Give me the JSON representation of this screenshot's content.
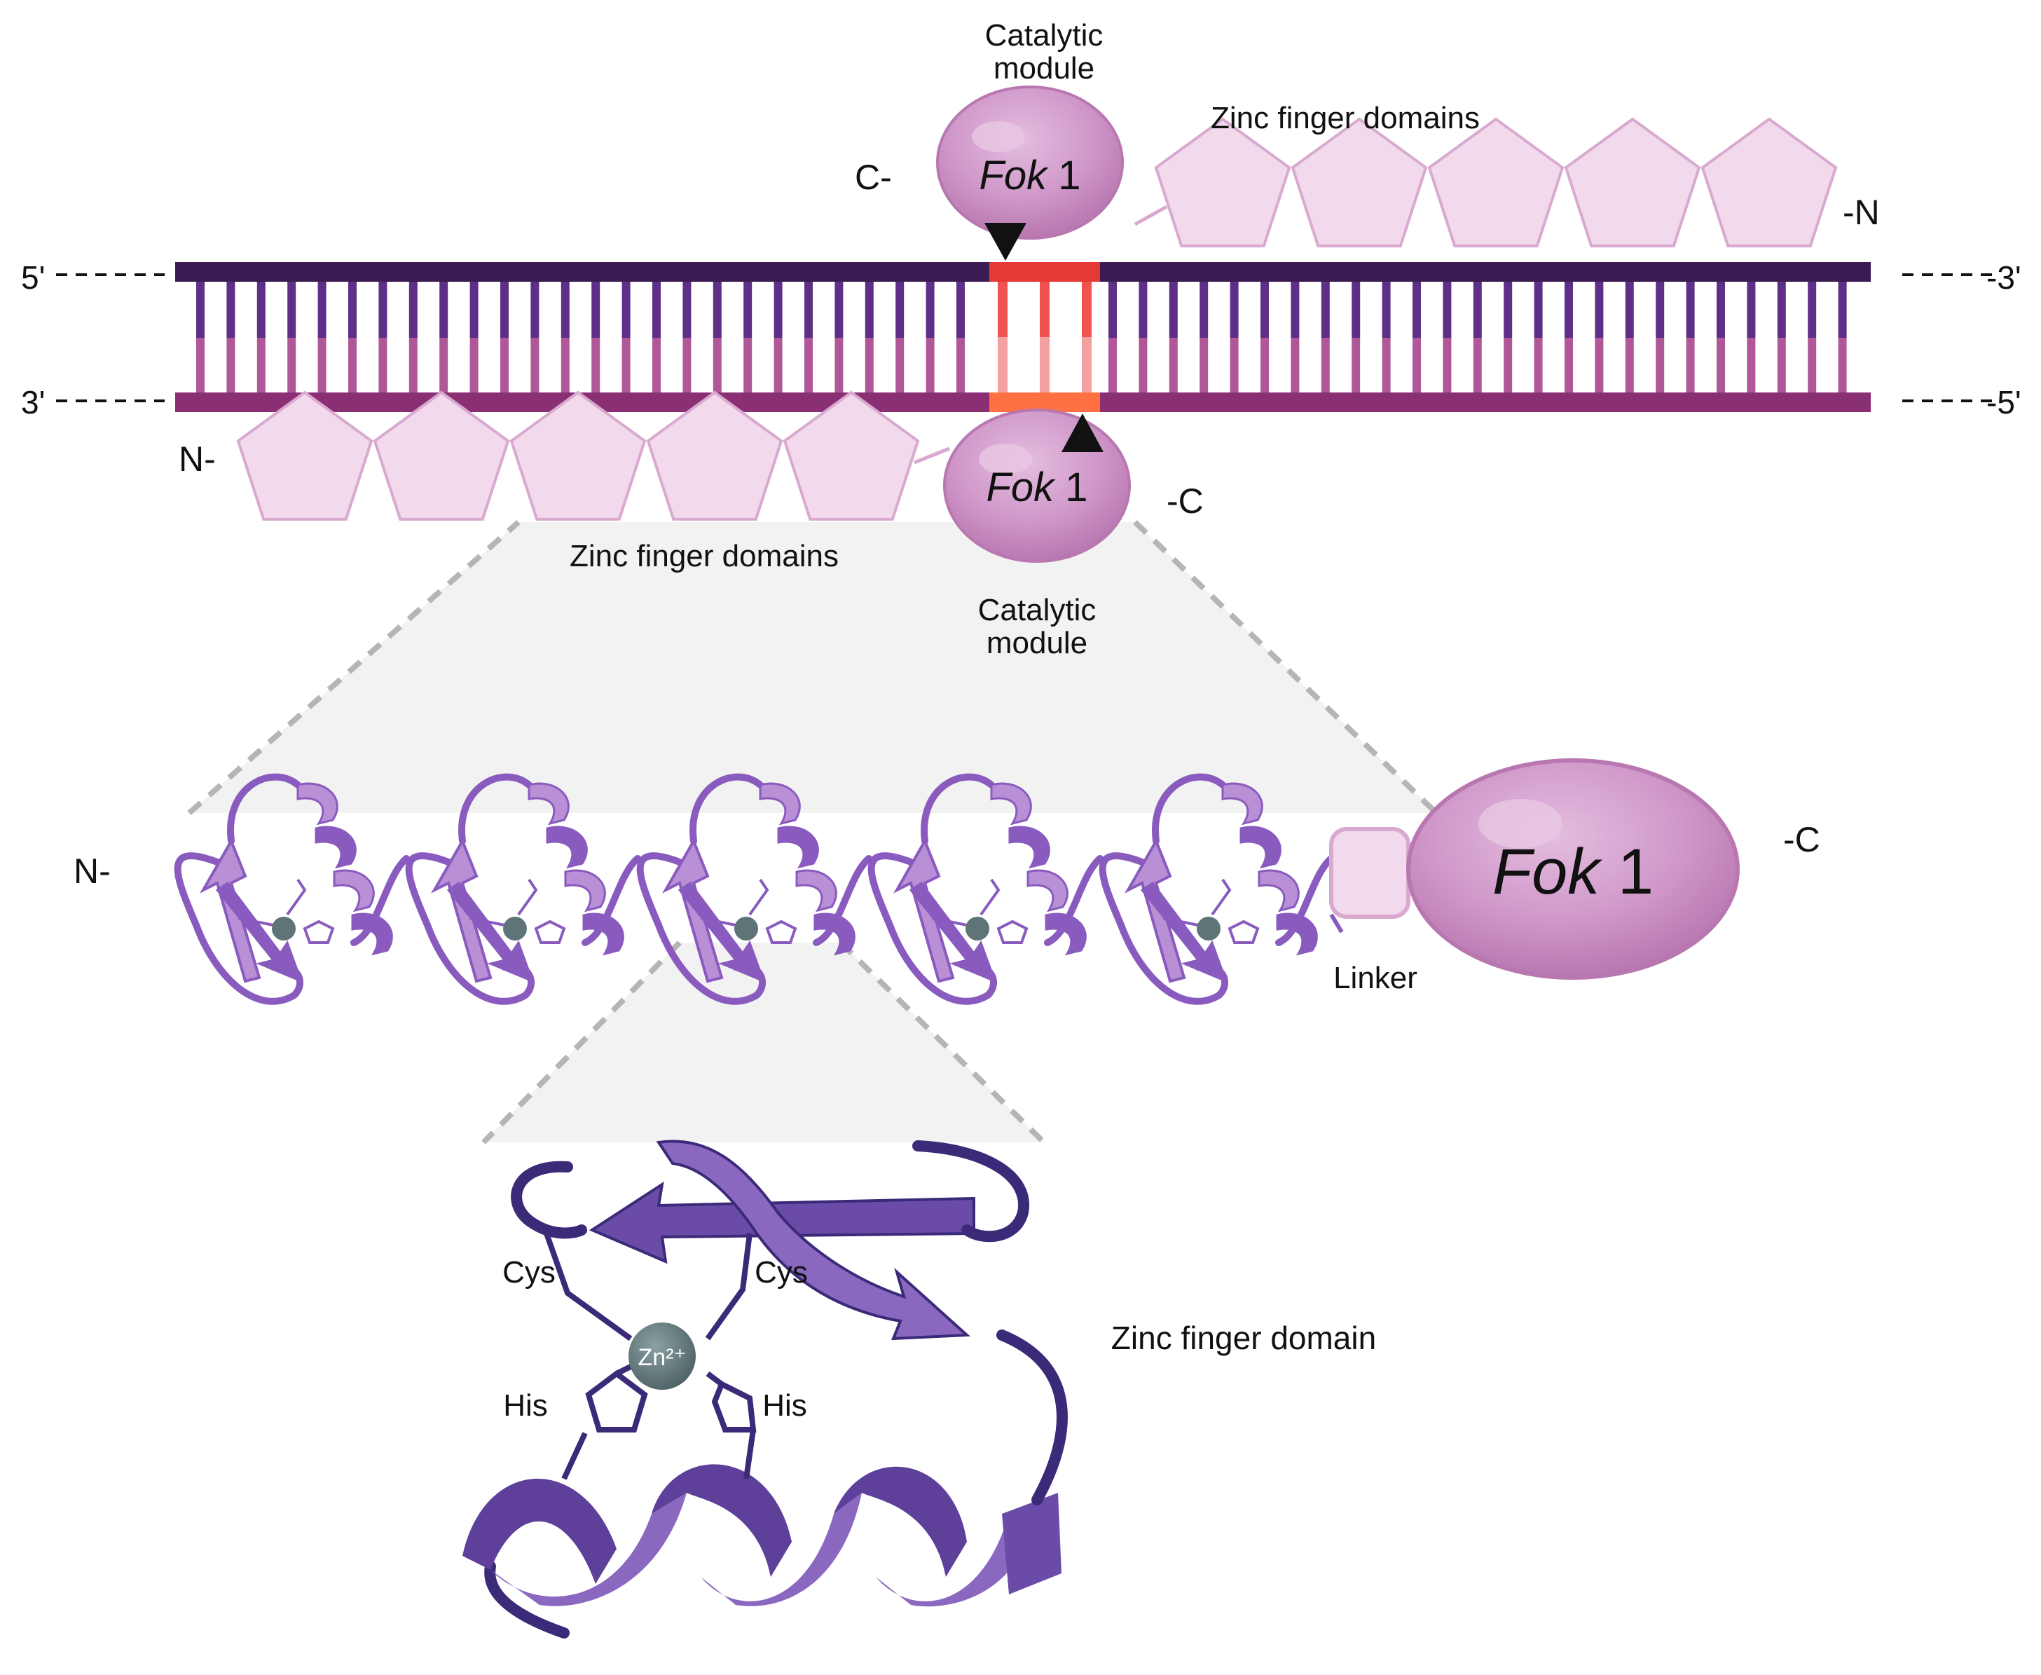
{
  "colors": {
    "strand_top": "#3b1b52",
    "strand_bottom": "#8a2f74",
    "rung_top": "#5d2f86",
    "rung_bottom": "#b0579a",
    "cut_red": "#e53935",
    "cut_orange": "#ff7043",
    "cut_pink": "#f4a0a0",
    "fok_fill": "#cf97c8",
    "fok_dark": "#b877b0",
    "pentagon_fill": "#f3d9ec",
    "pentagon_stroke": "#d9a9cf",
    "protein_light": "#b98fd6",
    "protein_mid": "#8a5bbf",
    "protein_dark": "#3a2a78",
    "zinc_ion": "#5e7477",
    "zoom_gray": "#f2f2f2",
    "dash_gray": "#b5b5b5"
  },
  "labels": {
    "top_catalytic": [
      "Catalytic",
      "module"
    ],
    "top_zf_domains": "Zinc finger domains",
    "top_c_end": "C-",
    "top_n_end": "-N",
    "top_fok": {
      "italic": "Fok",
      "rest": " 1"
    },
    "dna_5prime_left": "5'",
    "dna_3prime_right": "-3'",
    "dna_3prime_left": "3'",
    "dna_5prime_right": "-5'",
    "bottom_n_end": "N-",
    "bottom_c_end": "-C",
    "bottom_fok": {
      "italic": "Fok",
      "rest": " 1"
    },
    "bottom_zf_domains": "Zinc finger domains",
    "bottom_catalytic": [
      "Catalytic",
      "module"
    ],
    "middle_n_end": "N-",
    "middle_c_end": "-C",
    "middle_fok": {
      "italic": "Fok",
      "rest": " 1"
    },
    "linker": "Linker",
    "detail_cys_left": "Cys",
    "detail_cys_right": "Cys",
    "detail_his_left": "His",
    "detail_his_right": "His",
    "detail_zn": "Zn²⁺",
    "detail_title": "Zinc finger domain"
  },
  "icons": {
    "cleavage_markers": "triangle-marker-icon",
    "zinc_ion": "zinc-ion-icon",
    "histidine_ring": "pentagon-ring-icon"
  }
}
